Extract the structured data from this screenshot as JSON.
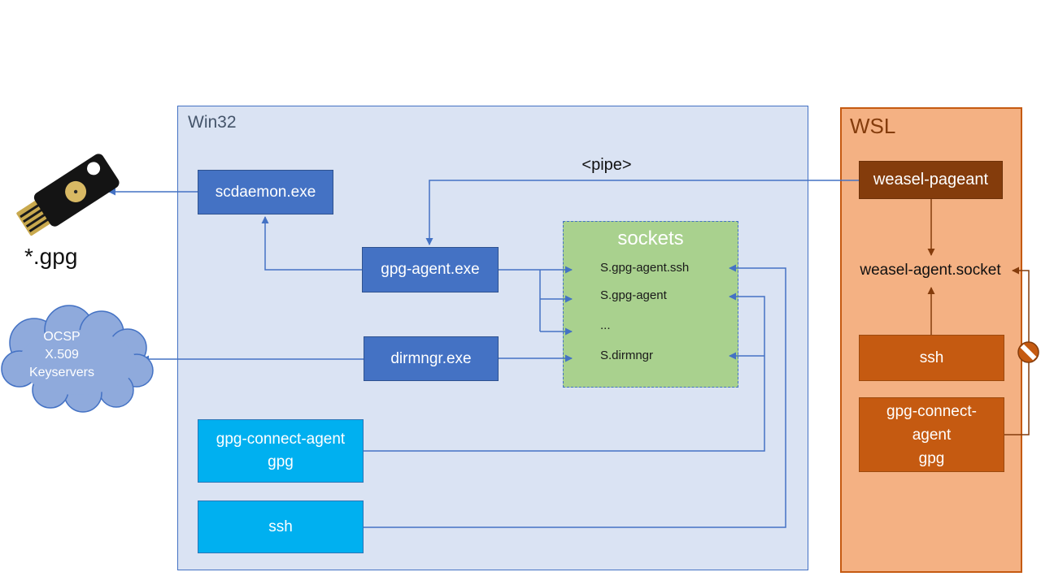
{
  "win32": {
    "title": "Win32",
    "scdaemon": "scdaemon.exe",
    "gpg_agent": "gpg-agent.exe",
    "dirmngr": "dirmngr.exe",
    "gpg_connect": {
      "line1": "gpg-connect-agent",
      "line2": "gpg"
    },
    "ssh": "ssh"
  },
  "sockets": {
    "title": "sockets",
    "items": [
      "S.gpg-agent.ssh",
      "S.gpg-agent",
      "...",
      "S.dirmngr"
    ]
  },
  "wsl": {
    "title": "WSL",
    "weasel_pageant": "weasel-pageant",
    "weasel_agent_socket": "weasel-agent.socket",
    "ssh": "ssh",
    "gpg_connect": {
      "line1": "gpg-connect-",
      "line2": "agent",
      "line3": "gpg"
    }
  },
  "labels": {
    "pipe": "<pipe>",
    "gpg_files": "*.gpg"
  },
  "cloud": {
    "line1": "OCSP",
    "line2": "X.509",
    "line3": "Keyservers"
  },
  "colors": {
    "win32_fill": "#dae3f3",
    "win32_border": "#4472c4",
    "process_blue": "#4472c4",
    "process_cyan": "#00b0f0",
    "sockets_green": "#a9d18e",
    "cloud_blue": "#8faadc",
    "wsl_fill": "#f4b183",
    "wsl_border": "#c55a11",
    "wsl_dark_orange": "#c55a11",
    "wsl_dark_brown": "#843c0c",
    "arrow_blue": "#4472c4",
    "arrow_brown": "#843c0c"
  }
}
